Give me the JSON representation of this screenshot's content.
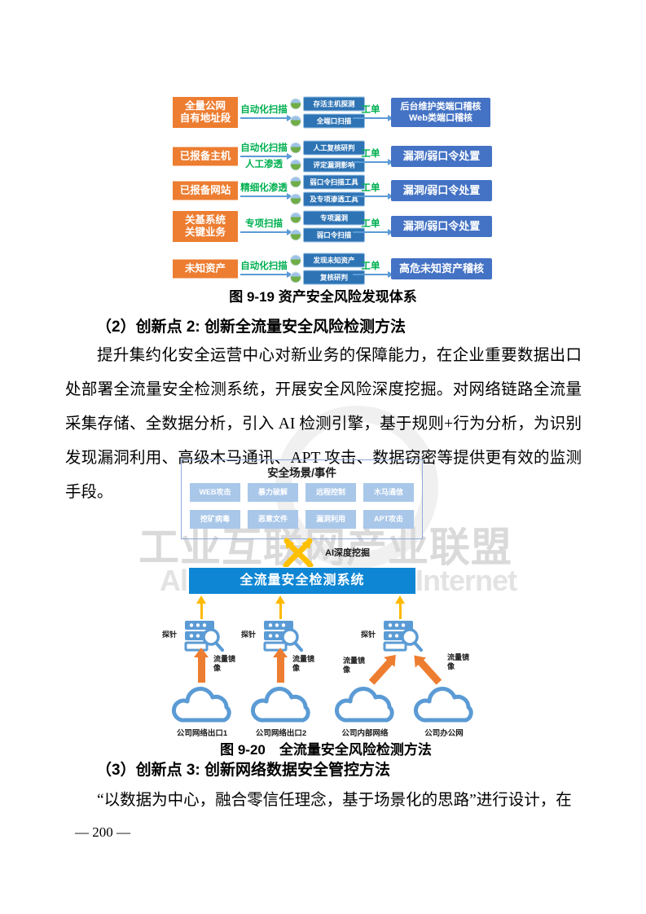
{
  "watermark": {
    "line1": "工业互联网产业联盟",
    "line2": "AllianceofIndustrialInternet"
  },
  "fig19": {
    "caption": "图 9-19  资产安全风险发现体系",
    "workorder_label": "工单",
    "rows": [
      {
        "source_lines": [
          "全量公网",
          "自有地址段"
        ],
        "method_labels": [
          "自动化扫描"
        ],
        "tools": [
          "存活主机探测",
          "全端口扫描"
        ],
        "target_lines": [
          "后台维护类端口稽核",
          "Web类端口稽核"
        ]
      },
      {
        "source_lines": [
          "已报备主机"
        ],
        "method_labels": [
          "自动化扫描",
          "人工渗透"
        ],
        "tools": [
          "人工复核研判",
          "评定漏洞影响"
        ],
        "target_lines": [
          "漏洞/弱口令处置"
        ]
      },
      {
        "source_lines": [
          "已报备网站"
        ],
        "method_labels": [
          "精细化渗透"
        ],
        "tools": [
          "弱口令扫描工具",
          "及专项渗透工具"
        ],
        "target_lines": [
          "漏洞/弱口令处置"
        ]
      },
      {
        "source_lines": [
          "关基系统",
          "关键业务"
        ],
        "method_labels": [
          "专项扫描"
        ],
        "tools": [
          "专项漏洞",
          "弱口令扫描"
        ],
        "target_lines": [
          "漏洞/弱口令处置"
        ]
      },
      {
        "source_lines": [
          "未知资产"
        ],
        "method_labels": [
          "自动化扫描"
        ],
        "tools": [
          "发现未知资产",
          "复核研判"
        ],
        "target_lines": [
          "高危未知资产稽核"
        ]
      }
    ]
  },
  "section2": {
    "heading": "（2）创新点 2: 创新全流量安全风险检测方法",
    "paragraph": "提升集约化安全运营中心对新业务的保障能力，在企业重要数据出口处部署全流量安全检测系统，开展安全风险深度挖掘。对网络链路全流量采集存储、全数据分析，引入 AI 检测引擎，基于规则+行为分析，为识别发现漏洞利用、高级木马通讯、APT 攻击、数据窃密等提供更有效的监测手段。"
  },
  "fig20": {
    "caption": "图 9-20　全流量安全风险检测方法",
    "scenario_title": "安全场景/事件",
    "scenarios": [
      "WEB攻击",
      "暴力破解",
      "远程控制",
      "木马通信",
      "挖矿病毒",
      "恶意文件",
      "漏洞利用",
      "APT攻击"
    ],
    "ai_label": "AI深度挖掘",
    "system_bar": "全流量安全检测系统",
    "probe_label": "探针",
    "mirror_label": "流量镜像",
    "clouds": [
      "公司网络出口1",
      "公司网络出口2",
      "公司内部网络",
      "公司办公网"
    ]
  },
  "section3": {
    "heading": "（3）创新点 3: 创新网络数据安全管控方法",
    "paragraph": "“以数据为中心，融合零信任理念，基于场景化的思路”进行设计，在"
  },
  "page": {
    "number": "— 200 —"
  },
  "colors": {
    "source_orange": "#ED7D31",
    "method_green": "#00B050",
    "tool_blue": "#2E74B5",
    "target_blue": "#4472C4",
    "arrow_blue": "#5B9BD5",
    "chip_blue": "#A9C7E9",
    "system_bar_blue": "#0E86D4",
    "yellow_arrow": "#FFB900",
    "orange_arrow": "#ED7D31",
    "cloud_blue": "#5B9BD5",
    "watermark_gray": "#dcdcdc"
  }
}
